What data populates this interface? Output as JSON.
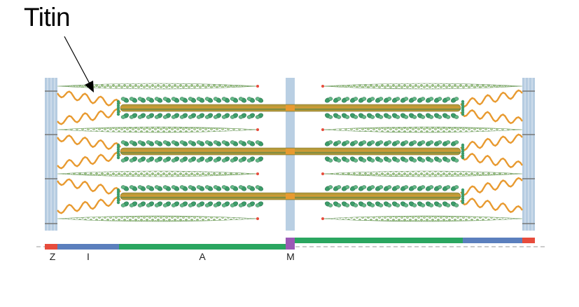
{
  "diagram": {
    "callout_label": "Titin",
    "band_labels": {
      "z": "Z",
      "i": "I",
      "a": "A",
      "m": "M"
    },
    "colors": {
      "z_line": "#e74c3c",
      "i_band": "#5b7fbd",
      "a_band": "#2aa660",
      "m_line": "#9b59b6",
      "titin": "#e89a30",
      "myosin_heads": "#3c9c6a",
      "actin": "#8fb87a",
      "z_disc": "#a9c3dc",
      "m_disc": "#b9cfe3",
      "thick_core": "#b59a3a"
    }
  }
}
